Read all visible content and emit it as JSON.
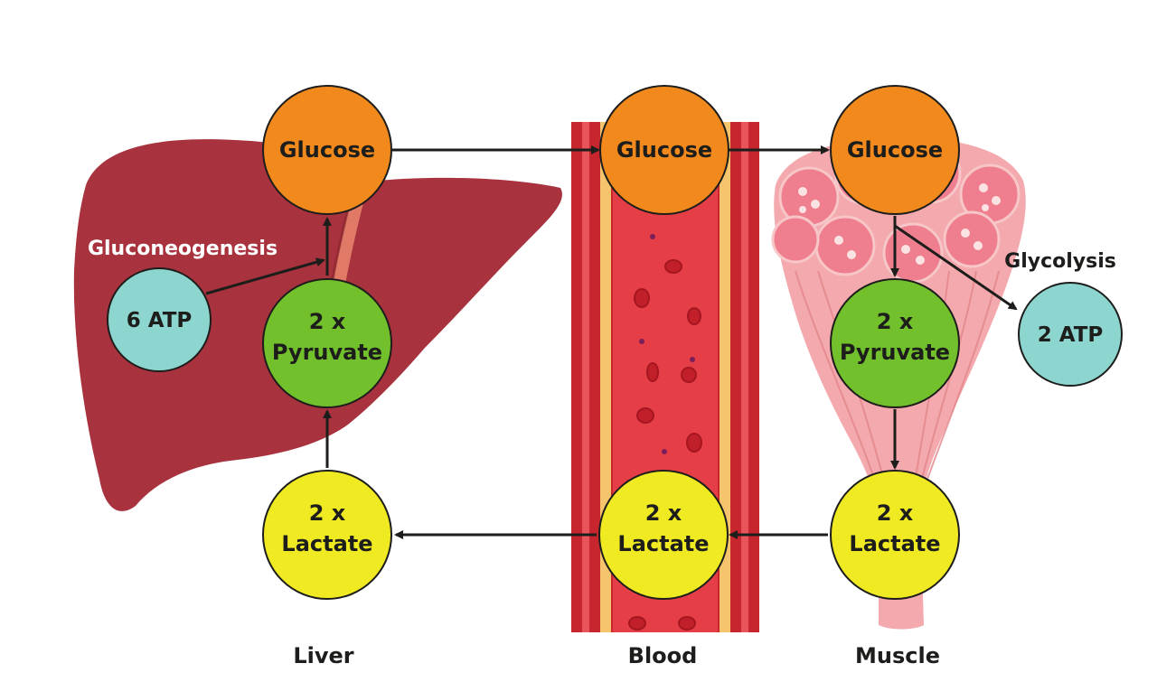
{
  "colors": {
    "liver": "#a8323d",
    "blood_vessel": "#d8343e",
    "blood_lumen": "#e84048",
    "muscle": "#f3a9ad",
    "glucose": "#f2891c",
    "pyruvate": "#72c02c",
    "lactate": "#f0ea22",
    "atp": "#8dd6cf",
    "arrow": "#1d1d1b"
  },
  "processes": {
    "gluconeogenesis": "Gluconeogenesis",
    "glycolysis": "Glycolysis"
  },
  "regions": {
    "liver": "Liver",
    "blood": "Blood",
    "muscle": "Muscle"
  },
  "nodes": {
    "liver_glucose": {
      "line1": "Glucose",
      "line2": ""
    },
    "liver_pyruvate": {
      "line1": "2 x",
      "line2": "Pyruvate"
    },
    "liver_lactate": {
      "line1": "2 x",
      "line2": "Lactate"
    },
    "liver_atp": {
      "line1": "6 ATP",
      "line2": ""
    },
    "blood_glucose": {
      "line1": "Glucose",
      "line2": ""
    },
    "blood_lactate": {
      "line1": "2 x",
      "line2": "Lactate"
    },
    "muscle_glucose": {
      "line1": "Glucose",
      "line2": ""
    },
    "muscle_pyruvate": {
      "line1": "2 x",
      "line2": "Pyruvate"
    },
    "muscle_lactate": {
      "line1": "2 x",
      "line2": "Lactate"
    },
    "muscle_atp": {
      "line1": "2 ATP",
      "line2": ""
    }
  }
}
